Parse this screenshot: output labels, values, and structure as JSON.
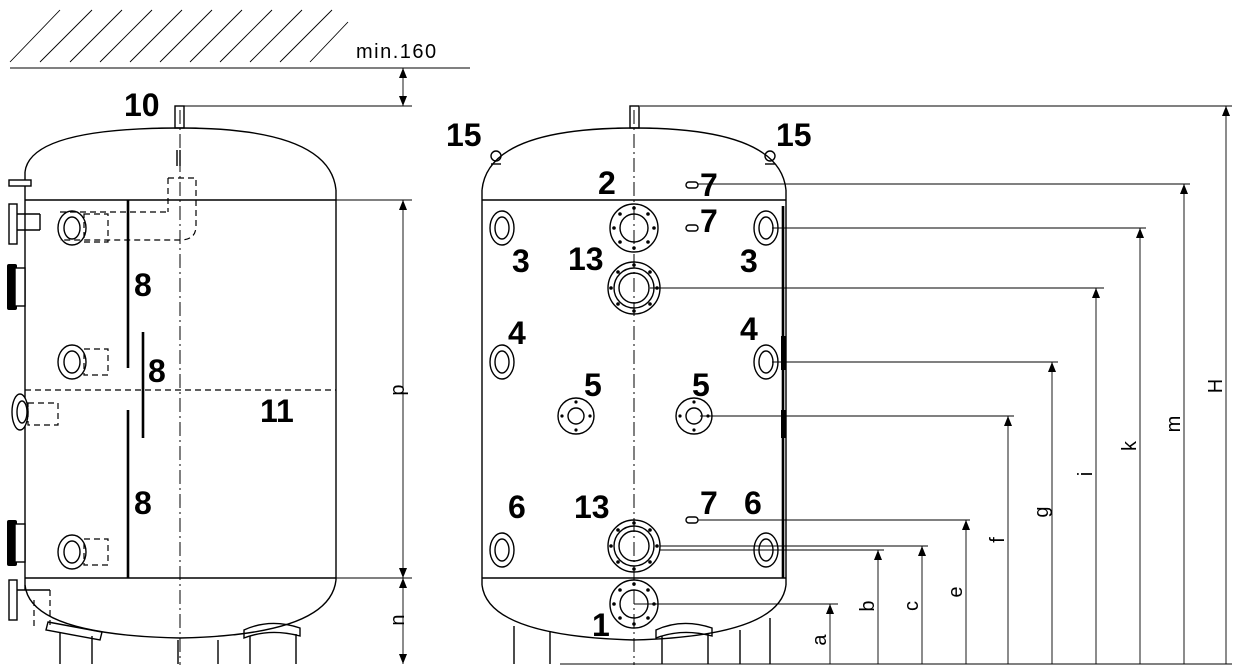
{
  "labels": {
    "clearance": "min.160",
    "n10": "10",
    "n15": "15",
    "n2": "2",
    "n7": "7",
    "n3": "3",
    "n13": "13",
    "n4": "4",
    "n5": "5",
    "n6": "6",
    "n1": "1",
    "n8": "8",
    "n11": "11"
  },
  "dimensions": {
    "a": "a",
    "b": "b",
    "c": "c",
    "e": "e",
    "f": "f",
    "g": "g",
    "i": "i",
    "k": "k",
    "m": "m",
    "H": "H",
    "p": "p",
    "n": "n"
  }
}
